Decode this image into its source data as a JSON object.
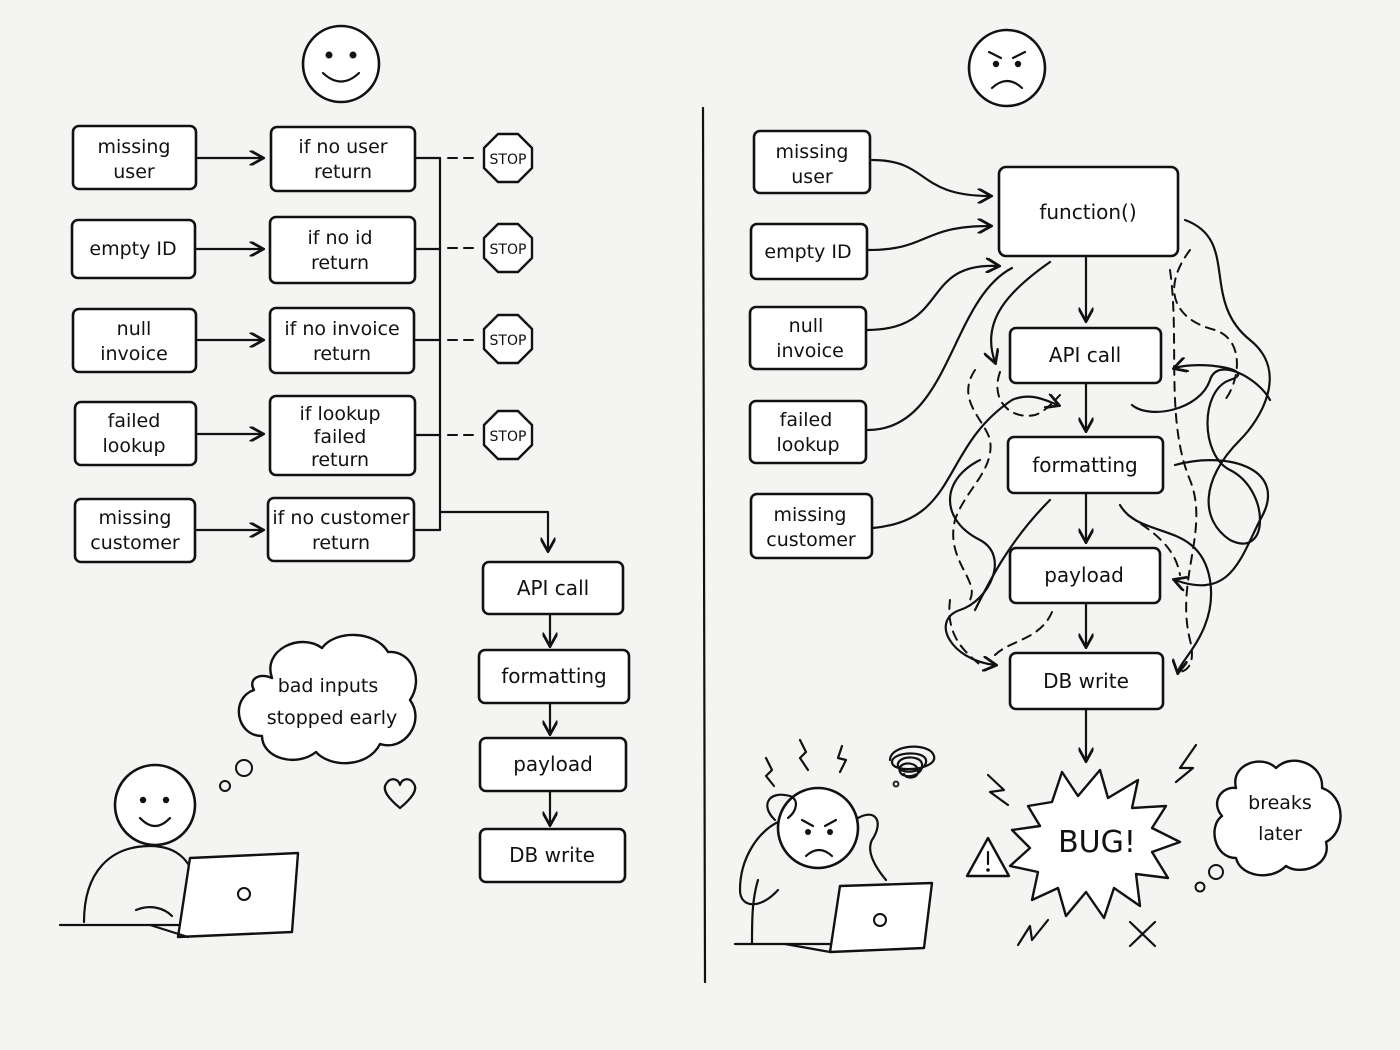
{
  "left": {
    "inputs": [
      {
        "lines": [
          "missing",
          "user"
        ]
      },
      {
        "lines": [
          "empty  ID"
        ]
      },
      {
        "lines": [
          "null",
          "invoice"
        ]
      },
      {
        "lines": [
          "failed",
          "lookup"
        ]
      },
      {
        "lines": [
          "missing",
          "customer"
        ]
      }
    ],
    "guards": [
      {
        "lines": [
          "if  no  user",
          "return"
        ]
      },
      {
        "lines": [
          "if  no  id",
          "return"
        ]
      },
      {
        "lines": [
          "if  no  invoice",
          "return"
        ]
      },
      {
        "lines": [
          "if  lookup",
          "failed",
          "return"
        ]
      },
      {
        "lines": [
          "if  no  customer",
          "return"
        ]
      }
    ],
    "stop_label": "STOP",
    "pipeline": [
      "API  call",
      "formatting",
      "payload",
      "DB  write"
    ],
    "thought": [
      "bad  inputs",
      "stopped  early"
    ]
  },
  "right": {
    "inputs": [
      {
        "lines": [
          "missing",
          "user"
        ]
      },
      {
        "lines": [
          "empty  ID"
        ]
      },
      {
        "lines": [
          "null",
          "invoice"
        ]
      },
      {
        "lines": [
          "failed",
          "lookup"
        ]
      },
      {
        "lines": [
          "missing",
          "customer"
        ]
      }
    ],
    "function_label": "function()",
    "pipeline": [
      "API  call",
      "formatting",
      "payload",
      "DB  write"
    ],
    "bug_label": "BUG!",
    "thought": [
      "breaks",
      "later"
    ]
  }
}
